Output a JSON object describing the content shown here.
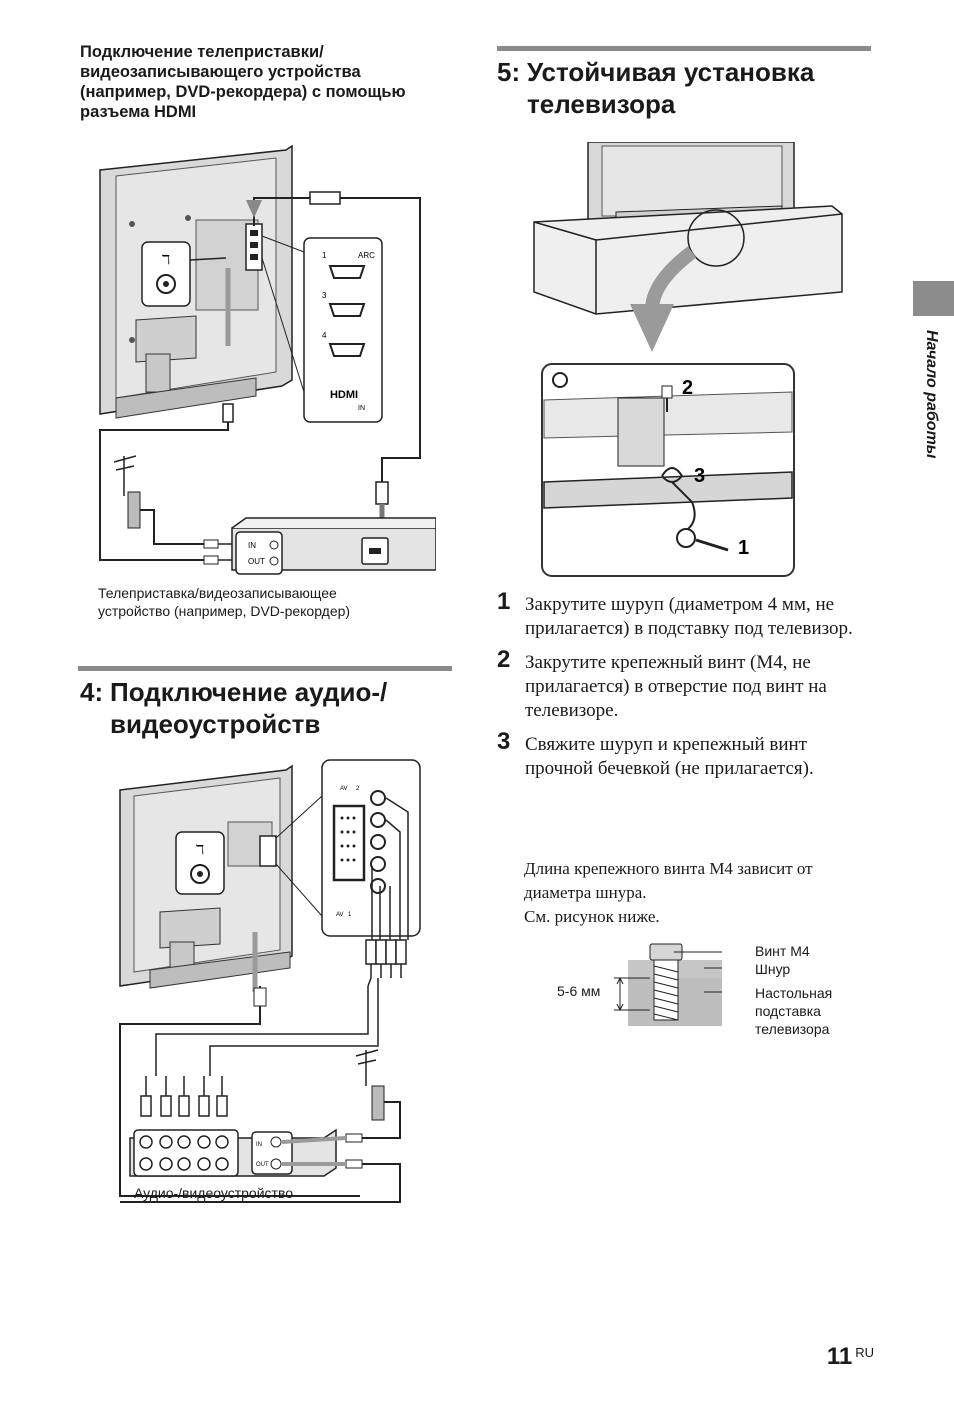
{
  "left": {
    "hdmi_heading": "Подключение телеприставки/ видеозаписывающего устройства (например, DVD-рекордера) с помощью разъема HDMI",
    "hdmi_caption_line1": "Телеприставка/видеозаписывающее",
    "hdmi_caption_line2": "устройство (например, DVD-рекордер)",
    "hdmi_diagram": {
      "port_labels": [
        "1",
        "ARC",
        "3",
        "4"
      ],
      "hdmi_logo": "HDMI",
      "hdmi_in": "IN",
      "device_in": "IN",
      "device_out": "OUT"
    },
    "section4_number": "4:",
    "section4_title_line1": "Подключение аудио-/",
    "section4_title_line2": "видеоустройств",
    "av_caption": "Аудио-/видеоустройство",
    "av_diagram": {
      "device_in": "IN",
      "device_out": "OUT",
      "av_label": "AV",
      "av_num_1": "1",
      "av_num_2": "2"
    }
  },
  "right": {
    "section5_number": "5:",
    "section5_title_line1": "Устойчивая установка",
    "section5_title_line2": "телевизора",
    "callouts": [
      "1",
      "2",
      "3"
    ],
    "steps": [
      {
        "n": "1",
        "text": "Закрутите шуруп (диаметром 4 мм, не прилагается) в подставку под телевизор."
      },
      {
        "n": "2",
        "text": "Закрутите крепежный винт (M4, не прилагается) в отверстие под винт на телевизоре."
      },
      {
        "n": "3",
        "text": "Свяжите шуруп и крепежный винт прочной бечевкой (не прилагается)."
      }
    ],
    "note_line1": "Длина крепежного винта M4 зависит от диаметра шнура.",
    "note_line2": "См. рисунок ниже.",
    "screw_diagram": {
      "label_screw": "Винт M4",
      "label_cord": "Шнур",
      "label_stand": "Настольная подставка телевизора",
      "dimension": "5-6 мм"
    }
  },
  "sidebar": {
    "label": "Начало работы"
  },
  "footer": {
    "page_number": "11",
    "lang": "RU"
  },
  "colors": {
    "rule": "#8a8a8a",
    "panel": "#e2e2e2",
    "line": "#1a1a1a",
    "tab": "#8c8c8c"
  }
}
